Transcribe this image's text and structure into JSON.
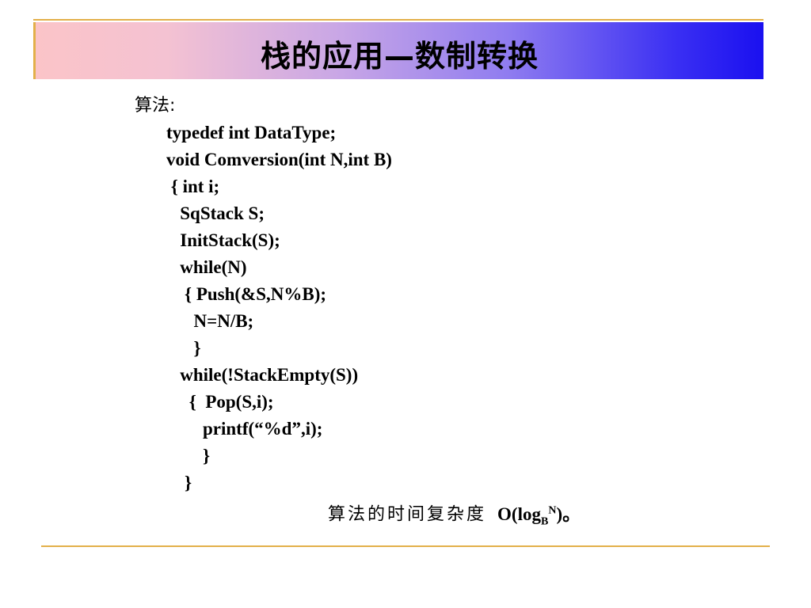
{
  "slide": {
    "title": "栈的应用—数制转换",
    "algorithm_label": "算法:",
    "code_lines": [
      "typedef int DataType;",
      "void Comversion(int N,int B)",
      " { int i;",
      "   SqStack S;",
      "   InitStack(S);",
      "   while(N)",
      "    { Push(&S,N%B);",
      "      N=N/B;",
      "      }",
      "   while(!StackEmpty(S))",
      "     {  Pop(S,i);",
      "        printf(“%d”,i);",
      "        }",
      "    }"
    ],
    "complexity": {
      "label": "算法的时间复杂度",
      "prefix": "O(log",
      "base": "B",
      "exponent": "N",
      "suffix": ")。"
    }
  },
  "colors": {
    "rule": "#e3b04a",
    "title_gradient_start": "#fbc4c8",
    "title_gradient_end": "#1a10f0"
  }
}
